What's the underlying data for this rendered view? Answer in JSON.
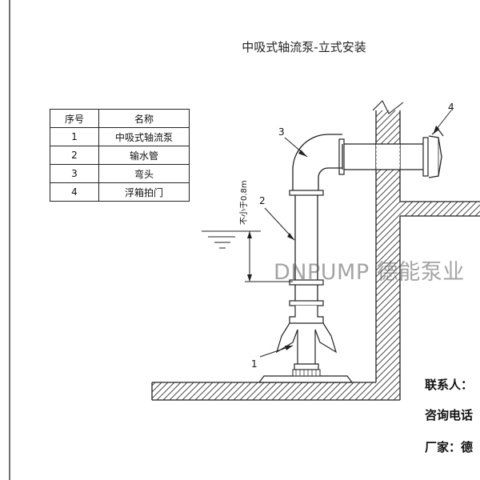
{
  "title": "中吸式轴流泵-立式安装",
  "table": {
    "headers": [
      "序号",
      "名称"
    ],
    "rows": [
      [
        "1",
        "中吸式轴流泵"
      ],
      [
        "2",
        "输水管"
      ],
      [
        "3",
        "弯头"
      ],
      [
        "4",
        "浮箱拍门"
      ]
    ]
  },
  "callouts": [
    "1",
    "2",
    "3",
    "4"
  ],
  "dimension_label": "不小于0.8m",
  "watermark": "DNPUMP 德能泵业",
  "contact": {
    "contact_person": "联系人：",
    "phone": "咨询电话",
    "manufacturer": "厂家：德"
  }
}
